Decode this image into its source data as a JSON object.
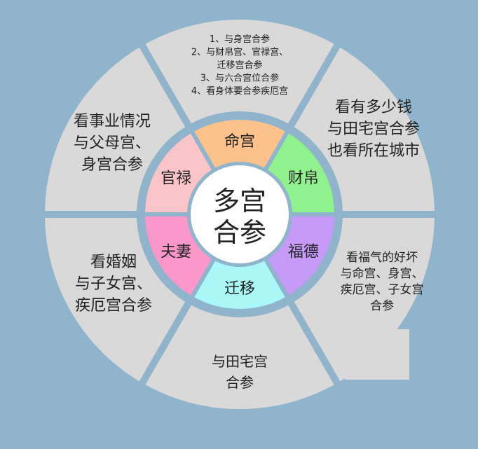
{
  "center": {
    "lines": [
      "多宫",
      "合参"
    ]
  },
  "palaces": [
    {
      "label": "命宫",
      "color": "#fdc28b"
    },
    {
      "label": "财帛",
      "color": "#90f28c"
    },
    {
      "label": "福德",
      "color": "#c69af7"
    },
    {
      "label": "迁移",
      "color": "#a9f7f7"
    },
    {
      "label": "夫妻",
      "color": "#fb98c9"
    },
    {
      "label": "官禄",
      "color": "#fac5c8"
    }
  ],
  "notes": [
    {
      "lines": [
        "1、与身宫合参",
        "2、与财帛宫、官禄宫、",
        "迁移宫合参",
        "3、与六合宫位合参",
        "4、看身体要合参疾厄宫"
      ]
    },
    {
      "lines": [
        "看有多少钱",
        "与田宅宫合参",
        "也看所在城市"
      ]
    },
    {
      "lines": [
        "看福气的好坏",
        "与命宫、身宫、",
        "疾厄宫、子女宫",
        "合参"
      ]
    },
    {
      "lines": [
        "与田宅宫",
        "合参"
      ]
    },
    {
      "lines": [
        "看婚姻",
        "与子女宫、",
        "疾厄宫合参"
      ]
    },
    {
      "lines": [
        "看事业情况",
        "与父母宫、",
        "身宫合参"
      ]
    }
  ]
}
